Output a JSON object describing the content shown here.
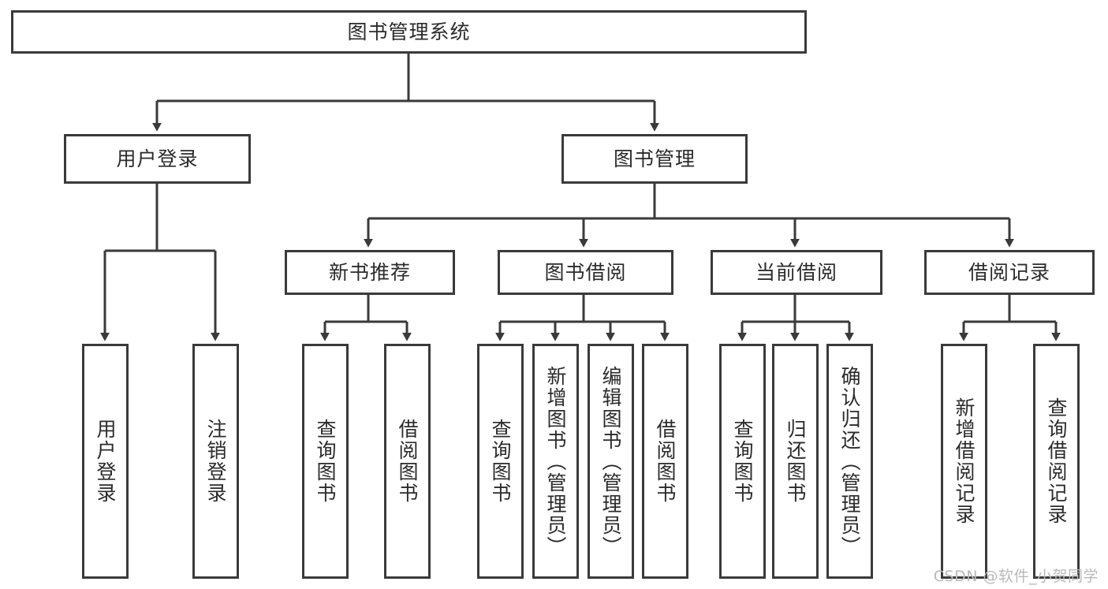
{
  "diagram": {
    "title": "图书管理系统",
    "type": "tree",
    "watermark": "CSDN @软件_小贺同学",
    "colors": {
      "box_border": "#3a3a3a",
      "box_fill": "#ffffff",
      "connector": "#3a3a3a",
      "text": "#2b2b2b",
      "watermark": "#b9b9b9"
    },
    "levels": {
      "root": {
        "label": "图书管理系统"
      },
      "level1": [
        {
          "label": "用户登录"
        },
        {
          "label": "图书管理"
        }
      ],
      "level2": [
        {
          "label": "新书推荐"
        },
        {
          "label": "图书借阅"
        },
        {
          "label": "当前借阅"
        },
        {
          "label": "借阅记录"
        }
      ]
    },
    "nodes": {
      "root": "图书管理系统",
      "user_login": "用户登录",
      "book_manage": "图书管理",
      "new_book_recommend": "新书推荐",
      "book_borrow": "图书借阅",
      "current_borrow": "当前借阅",
      "borrow_record": "借阅记录",
      "leaf_user_login": "用户登录",
      "leaf_logout": "注销登录",
      "leaf_query_book_1": "查询图书",
      "leaf_borrow_book_1": "借阅图书",
      "leaf_query_book_2": "查询图书",
      "leaf_add_book": "新增图书（管理员）",
      "leaf_edit_book": "编辑图书（管理员）",
      "leaf_borrow_book_2": "借阅图书",
      "leaf_query_book_3": "查询图书",
      "leaf_return_book": "归还图书",
      "leaf_confirm_return": "确认归还（管理员）",
      "leaf_add_record": "新增借阅记录",
      "leaf_query_record": "查询借阅记录"
    }
  }
}
